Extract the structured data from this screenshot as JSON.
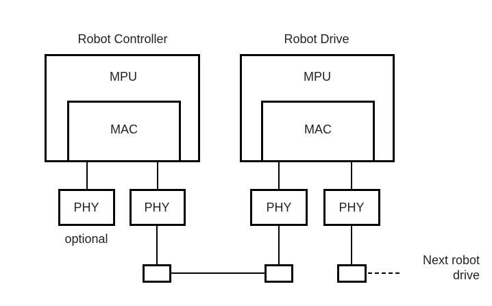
{
  "diagram": {
    "title": "",
    "groups": [
      {
        "name": "robot-controller",
        "caption": "Robot Controller",
        "outer_label": "MPU",
        "inner_label": "MAC",
        "phy_left_label": "PHY",
        "phy_right_label": "PHY",
        "phy_left_note": "optional"
      },
      {
        "name": "robot-drive",
        "caption": "Robot Drive",
        "outer_label": "MPU",
        "inner_label": "MAC",
        "phy_left_label": "PHY",
        "phy_right_label": "PHY",
        "phy_left_note": ""
      }
    ],
    "connectors": [
      {
        "name": "connector-1",
        "label": ""
      },
      {
        "name": "connector-2",
        "label": ""
      },
      {
        "name": "connector-3",
        "label": ""
      }
    ],
    "next_link_label": "Next robot\ndrive",
    "colors": {
      "stroke": "#000000",
      "background": "#ffffff",
      "text": "#222222"
    }
  }
}
